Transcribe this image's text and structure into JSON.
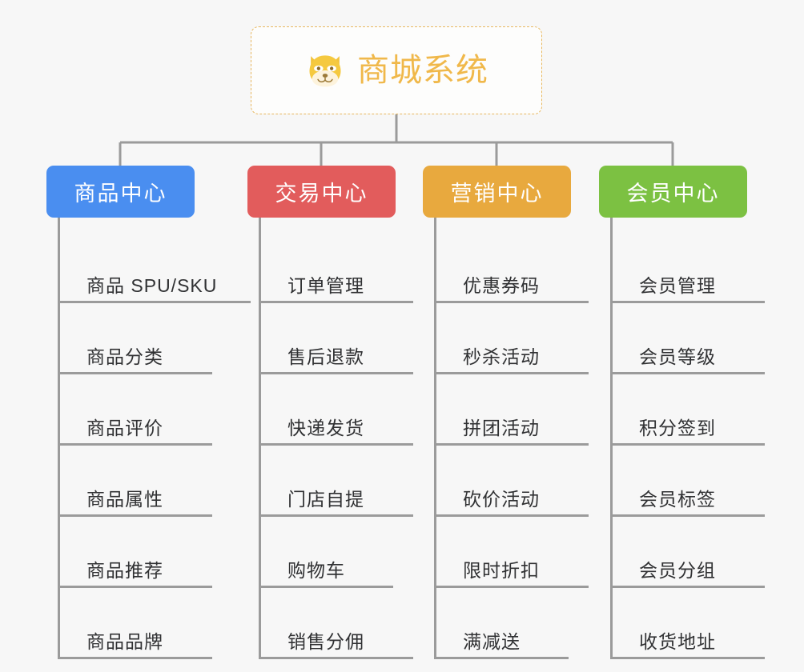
{
  "canvas": {
    "background": "#f7f7f7",
    "connector_color": "#9b9b9b"
  },
  "root": {
    "title": "商城系统",
    "icon": "shiba-dog-face-icon",
    "border_color": "#e8b860",
    "text_color": "#f0b84a",
    "background": "#fdfdfc"
  },
  "branches": [
    {
      "id": "product-center",
      "label": "商品中心",
      "color": "#4a8ef0",
      "items": [
        {
          "label": "商品 SPU/SKU",
          "underline_width": 238
        },
        {
          "label": "商品分类",
          "underline_width": 190
        },
        {
          "label": "商品评价",
          "underline_width": 190
        },
        {
          "label": "商品属性",
          "underline_width": 190
        },
        {
          "label": "商品推荐",
          "underline_width": 190
        },
        {
          "label": "商品品牌",
          "underline_width": 190
        }
      ]
    },
    {
      "id": "trade-center",
      "label": "交易中心",
      "color": "#e25c5c",
      "items": [
        {
          "label": "订单管理",
          "underline_width": 190
        },
        {
          "label": "售后退款",
          "underline_width": 190
        },
        {
          "label": "快递发货",
          "underline_width": 190
        },
        {
          "label": "门店自提",
          "underline_width": 190
        },
        {
          "label": "购物车",
          "underline_width": 165
        },
        {
          "label": "销售分佣",
          "underline_width": 190
        }
      ]
    },
    {
      "id": "marketing-center",
      "label": "营销中心",
      "color": "#e8a93e",
      "items": [
        {
          "label": "优惠券码",
          "underline_width": 190
        },
        {
          "label": "秒杀活动",
          "underline_width": 190
        },
        {
          "label": "拼团活动",
          "underline_width": 190
        },
        {
          "label": "砍价活动",
          "underline_width": 190
        },
        {
          "label": "限时折扣",
          "underline_width": 190
        },
        {
          "label": "满减送",
          "underline_width": 165
        }
      ]
    },
    {
      "id": "member-center",
      "label": "会员中心",
      "color": "#7cc142",
      "items": [
        {
          "label": "会员管理",
          "underline_width": 190
        },
        {
          "label": "会员等级",
          "underline_width": 190
        },
        {
          "label": "积分签到",
          "underline_width": 190
        },
        {
          "label": "会员标签",
          "underline_width": 190
        },
        {
          "label": "会员分组",
          "underline_width": 190
        },
        {
          "label": "收货地址",
          "underline_width": 190
        }
      ]
    }
  ]
}
